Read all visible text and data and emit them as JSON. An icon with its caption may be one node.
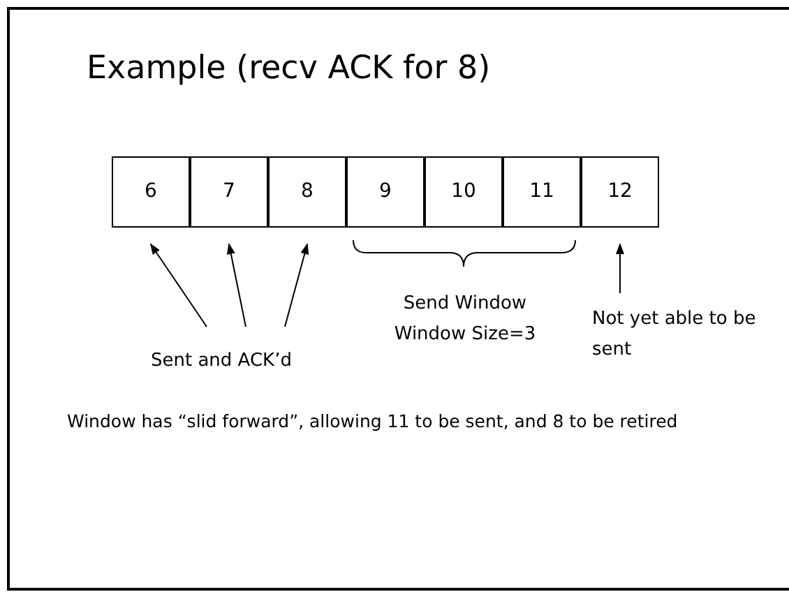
{
  "diagram": {
    "title": "Example (recv ACK for 8)",
    "nodes": [
      {
        "text": [
          "6"
        ]
      },
      {
        "text": [
          "7"
        ]
      },
      {
        "text": [
          "8"
        ]
      },
      {
        "text": [
          "9"
        ]
      },
      {
        "text": [
          "10"
        ]
      },
      {
        "text": [
          "11"
        ]
      },
      {
        "text": [
          "12"
        ]
      },
      {
        "text": [
          "Sent and ACK’d"
        ]
      },
      {
        "text": [
          "Not yet able to be sent"
        ]
      }
    ],
    "edges": [
      {
        "from": 7,
        "to": 0,
        "arrow": "to"
      },
      {
        "from": 7,
        "to": 1,
        "arrow": "to"
      },
      {
        "from": 7,
        "to": 2,
        "arrow": "to"
      },
      {
        "from": 8,
        "to": 6,
        "arrow": "to"
      }
    ],
    "labels": [
      "Send Window",
      "Window Size=3",
      "Window has “slid forward”, allowing 11 to be sent, and 8 to be retired"
    ]
  }
}
